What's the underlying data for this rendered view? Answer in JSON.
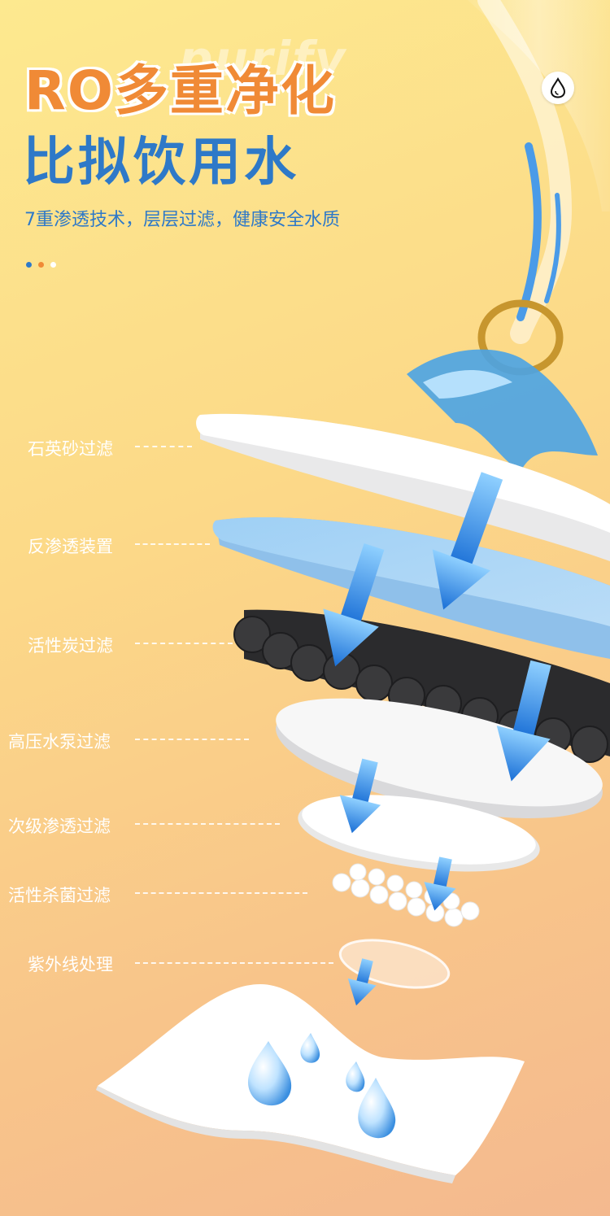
{
  "watermark": "purify",
  "title": {
    "line1": "RO多重净化",
    "line2": "比拟饮用水"
  },
  "subtitle": "7重渗透技术，层层过滤，健康安全水质",
  "dots_colors": [
    "#2e79c8",
    "#f08a36",
    "#ffffff"
  ],
  "icons": {
    "badge": "water-drop-icon"
  },
  "layers": [
    {
      "label": "石英砂过滤"
    },
    {
      "label": "反渗透装置"
    },
    {
      "label": "活性炭过滤"
    },
    {
      "label": "高压水泵过滤"
    },
    {
      "label": "次级渗透过滤"
    },
    {
      "label": "活性杀菌过滤"
    },
    {
      "label": "紫外线处理"
    }
  ]
}
